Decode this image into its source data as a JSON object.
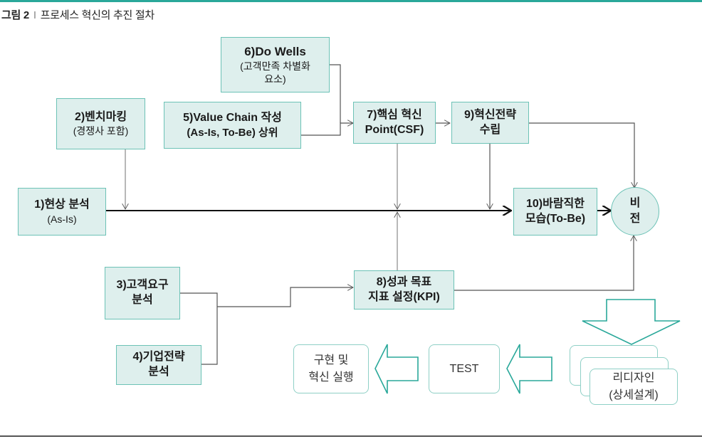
{
  "figure": {
    "label": "그림 2",
    "separator": "I",
    "title": "프로세스 혁신의 추진 절차"
  },
  "nodes": {
    "n1": {
      "title": "1)현상 분석",
      "sub": "(As-Is)"
    },
    "n2": {
      "title": "2)벤치마킹",
      "sub": "(경쟁사 포함)"
    },
    "n3": {
      "title": "3)고객요구",
      "title2": "분석"
    },
    "n4": {
      "title": "4)기업전략",
      "title2": "분석"
    },
    "n5": {
      "title": "5)Value Chain 작성",
      "sub": "(As-Is, To-Be) 상위"
    },
    "n6": {
      "title": "6)Do Wells",
      "sub": "(고객만족 차별화",
      "sub2": "요소)"
    },
    "n7": {
      "title": "7)핵심 혁신",
      "title2": "Point(CSF)"
    },
    "n8": {
      "title": "8)성과 목표",
      "title2": "지표 설정(KPI)"
    },
    "n9": {
      "title": "9)혁신전략",
      "title2": "수립"
    },
    "n10": {
      "title": "10)바람직한",
      "title2": "모습(To-Be)"
    },
    "vision": {
      "line1": "비",
      "line2": "전"
    }
  },
  "bottom_flow": {
    "redesign": {
      "line1": "리디자인",
      "line2": "(상세설계)"
    },
    "test": {
      "label": "TEST"
    },
    "implement": {
      "line1": "구현 및",
      "line2": "혁신 실행"
    }
  },
  "colors": {
    "accent": "#2aa89a",
    "box_fill": "#deefed",
    "box_border": "#6cc2b6"
  }
}
